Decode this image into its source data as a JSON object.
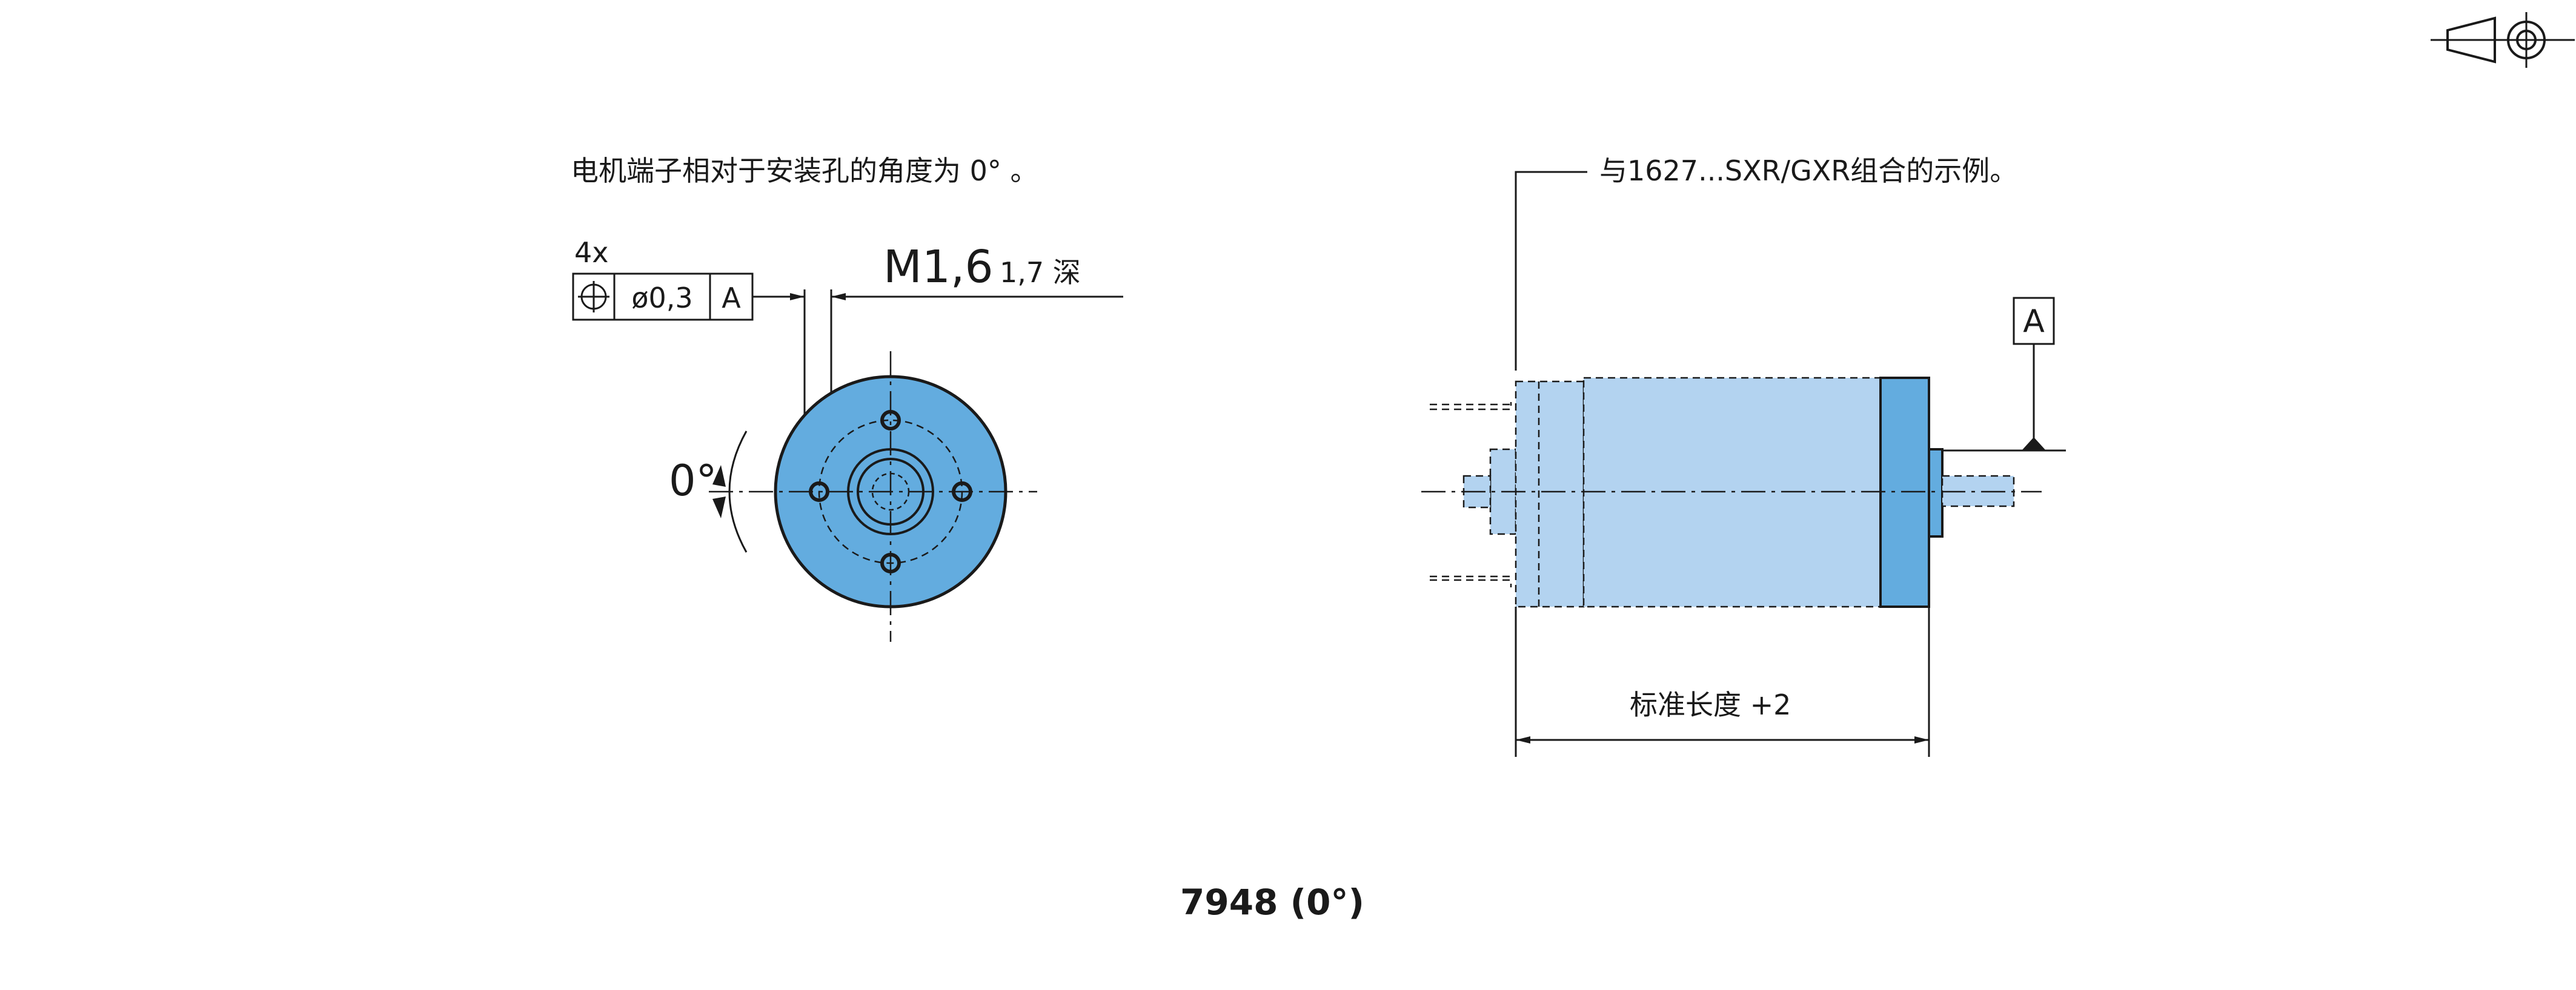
{
  "notes": {
    "terminal_angle": "电机端子相对于安装孔的角度为 0° 。",
    "combination_example": "与1627...SXR/GXR组合的示例。"
  },
  "front_view": {
    "hole_count": "4x",
    "tolerance_value": "ø0,3",
    "datum_ref": "A",
    "thread": "M1,6",
    "thread_depth": "1,7 深",
    "angle": "0°"
  },
  "side_view": {
    "datum": "A",
    "length_label": "标准长度  +2"
  },
  "title": "7948 (0°)",
  "colors": {
    "body_light": "#b3d3f0",
    "body_dark": "#63acdf",
    "line": "#1a1a1a"
  },
  "icons": [
    "first-angle-projection-icon",
    "position-tolerance-icon"
  ]
}
